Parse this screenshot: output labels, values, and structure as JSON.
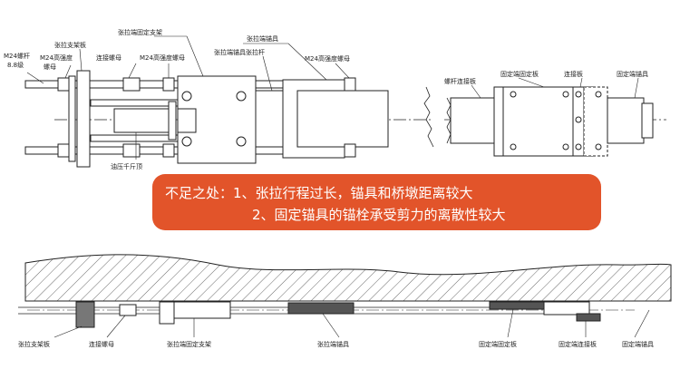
{
  "top_left": {
    "m24_rod": "M24螺杆",
    "grade": "8.8级",
    "tension_support": "张拉支架板",
    "m24_nut_left": "M24高强度",
    "m24_nut_left_2": "螺母",
    "connect_nut": "连接螺母",
    "m24_nut_mid": "M24高强度螺母",
    "end_bracket": "张拉端固定支架",
    "anchor_label": "张拉端锚具",
    "tension_anchor": "张拉端锚具张拉杆",
    "m24_nut_right": "M24高强度螺母",
    "jack": "油压千斤顶"
  },
  "top_right": {
    "rod_plate": "螺杆连接板",
    "fixed_plate": "固定端固定板",
    "connect_plate": "连接板",
    "fixed_anchor": "固定端锚具"
  },
  "callout": {
    "line1": "不足之处：1、张拉行程过长，锚具和桥墩距离较大",
    "line2": "2、固定锚具的锚栓承受剪力的离散性较大"
  },
  "bottom": {
    "tension_support": "张拉支架板",
    "connect_nut": "连接螺母",
    "end_bracket": "张拉端固定支架",
    "tension_anchor": "张拉端锚具",
    "fixed_plate": "固定端固定板",
    "fixed_connect_plate": "固定端连接板",
    "fixed_anchor": "固定端锚具"
  },
  "colors": {
    "callout_bg": "#e2542a",
    "callout_text": "#ffffff",
    "line": "#222222"
  }
}
